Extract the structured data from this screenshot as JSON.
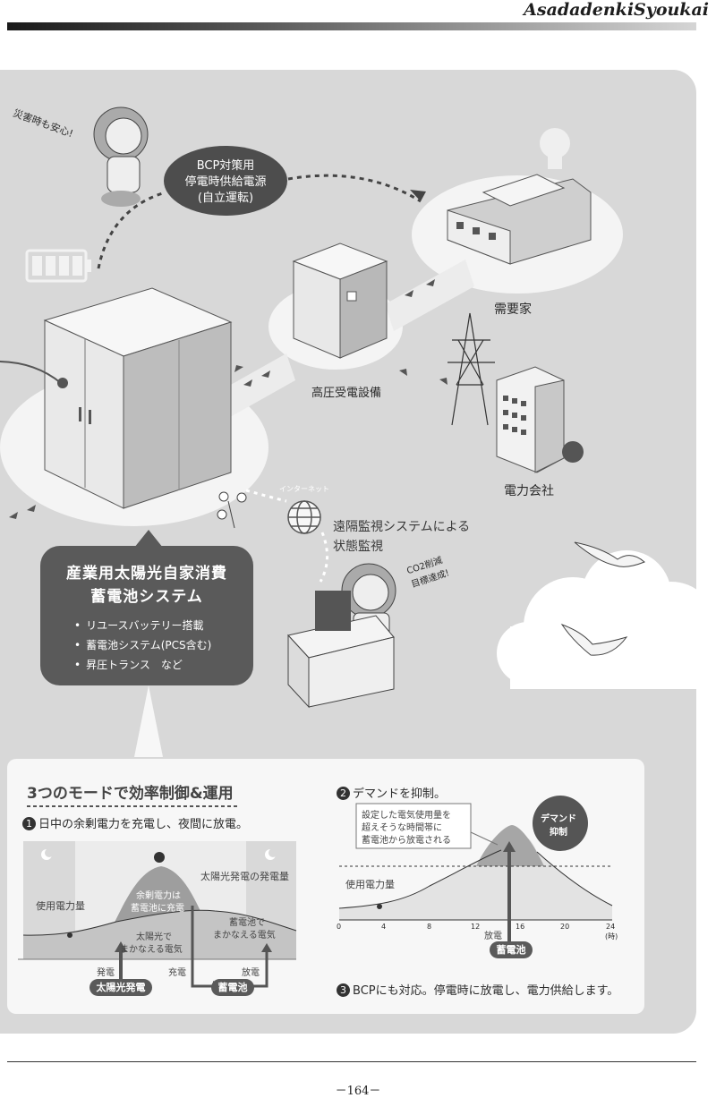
{
  "header": {
    "brand": "AsadadenkiSyoukai"
  },
  "diagram": {
    "lion_top_speech": "災害時も安心!",
    "bcp": [
      "BCP対策用",
      "停電時供給電源",
      "(自立運転)"
    ],
    "customer_label": "需要家",
    "substation_label": "高圧受電設備",
    "power_company_label": "電力会社",
    "internet_label": "インターネット",
    "monitoring": [
      "遠隔監視システムによる",
      "状態監視"
    ],
    "lion_desk_speech": [
      "CO2削減",
      "目標達成!"
    ],
    "system_box": {
      "title": [
        "産業用太陽光自家消費",
        "蓄電池システム"
      ],
      "items": [
        "リユースバッテリー搭載",
        "蓄電池システム(PCS含む)",
        "昇圧トランス　など"
      ]
    }
  },
  "modes": {
    "title": "3つのモードで効率制御&運用",
    "mode1": {
      "num": "1",
      "title": "日中の余剰電力を充電し、夜間に放電。",
      "solar_generation": "太陽光発電の発電量",
      "surplus": [
        "余剰電力は",
        "蓄電池に充電"
      ],
      "usage": "使用電力量",
      "solar_covers": [
        "太陽光で",
        "まかなえる電気"
      ],
      "battery_covers": [
        "蓄電池で",
        "まかなえる電気"
      ],
      "flow_generate": "発電",
      "flow_charge": "充電",
      "flow_discharge": "放電",
      "pill_solar": "太陽光発電",
      "pill_battery": "蓄電池"
    },
    "mode2": {
      "num": "2",
      "title": "デマンドを抑制。",
      "note": [
        "設定した電気使用量を",
        "超えそうな時間帯に",
        "蓄電池から放電される"
      ],
      "demand": [
        "デマンド",
        "抑制"
      ],
      "usage": "使用電力量",
      "discharge": "放電",
      "pill_battery": "蓄電池",
      "x_ticks": [
        "0",
        "4",
        "8",
        "12",
        "16",
        "20",
        "24"
      ],
      "x_unit": "(時)"
    },
    "mode3": {
      "num": "3",
      "title": "BCPにも対応。停電時に放電し、電力供給します。"
    }
  },
  "footer": {
    "page": "－164－"
  }
}
